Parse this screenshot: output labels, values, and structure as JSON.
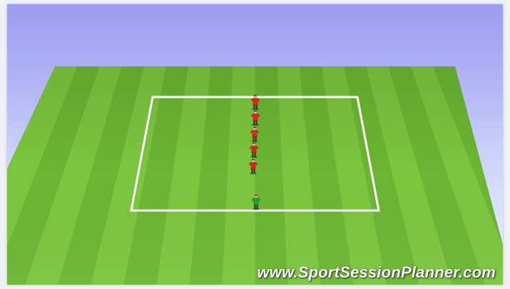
{
  "watermark": "www.SportSessionPlanner.com",
  "colors": {
    "sky_top": "#9d9cf1",
    "sky_bottom": "#e6ecfb",
    "grass_light": "#7cc63e",
    "grass_dark": "#5fa92a",
    "line": "#ffffff",
    "player_red": "#e0231b",
    "player_green": "#1fa02a"
  },
  "players": [
    {
      "team": "red",
      "icon": "player-red-icon"
    },
    {
      "team": "red",
      "icon": "player-red-icon"
    },
    {
      "team": "red",
      "icon": "player-red-icon"
    },
    {
      "team": "red",
      "icon": "player-red-icon"
    },
    {
      "team": "red",
      "icon": "player-red-icon"
    },
    {
      "team": "green",
      "icon": "goalkeeper-green-icon"
    }
  ]
}
